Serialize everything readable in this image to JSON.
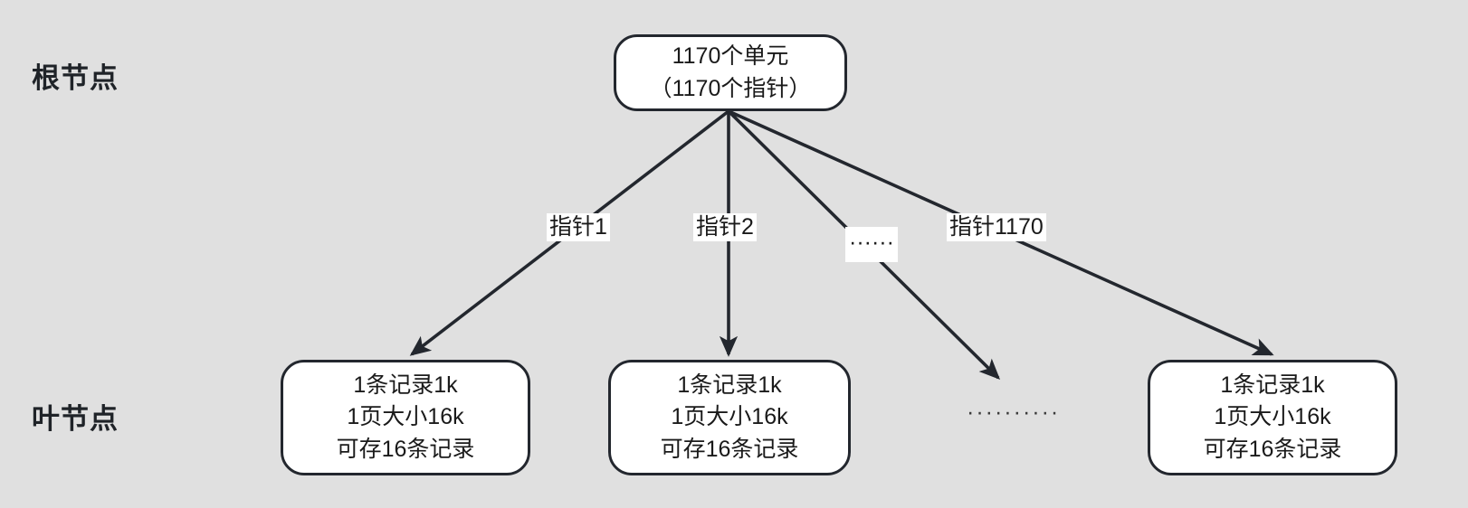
{
  "diagram": {
    "background_color": "#e0e0e0",
    "node_fill": "#ffffff",
    "node_stroke": "#23272e",
    "text_color": "#1a1a1a",
    "levels": [
      {
        "id": "root-level",
        "label": "根节点"
      },
      {
        "id": "leaf-level",
        "label": "叶节点"
      }
    ],
    "root": {
      "lines": [
        "1170个单元",
        "（1170个指针）"
      ]
    },
    "edges": [
      {
        "id": "pointer-1",
        "label": "指针1"
      },
      {
        "id": "pointer-2",
        "label": "指针2"
      },
      {
        "id": "pointer-ellipsis",
        "label": "······"
      },
      {
        "id": "pointer-1170",
        "label": "指针1170"
      }
    ],
    "leaves": [
      {
        "id": "leaf-1",
        "lines": [
          "1条记录1k",
          "1页大小16k",
          "可存16条记录"
        ]
      },
      {
        "id": "leaf-2",
        "lines": [
          "1条记录1k",
          "1页大小16k",
          "可存16条记录"
        ]
      },
      {
        "id": "leaf-ellipsis",
        "label": "··········"
      },
      {
        "id": "leaf-n",
        "lines": [
          "1条记录1k",
          "1页大小16k",
          "可存16条记录"
        ]
      }
    ]
  }
}
